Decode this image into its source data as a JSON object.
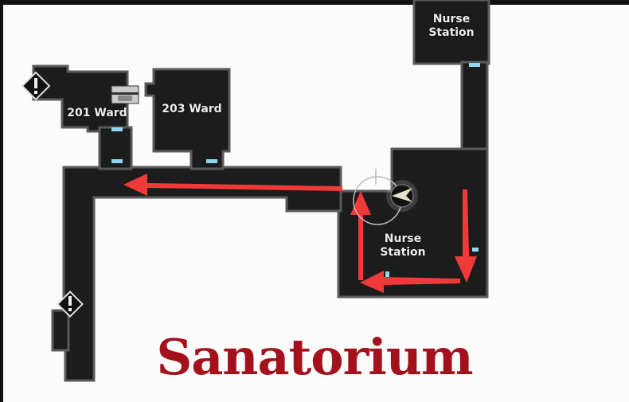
{
  "map": {
    "title": "Sanatorium",
    "rooms": [
      {
        "id": "nurse-station-top",
        "label_line1": "Nurse",
        "label_line2": "Station"
      },
      {
        "id": "ward-201",
        "label": "201 Ward"
      },
      {
        "id": "ward-203",
        "label": "203 Ward"
      },
      {
        "id": "nurse-station-main",
        "label_line1": "Nurse",
        "label_line2": "Station"
      }
    ],
    "icons": [
      "warning-icon",
      "warning-icon",
      "chest-icon",
      "player-marker-icon"
    ],
    "colors": {
      "floor": "#1c1c1c",
      "wall": "#555555",
      "arrow": "#f03a3a",
      "door": "#8fd8f0",
      "title": "#a3121c"
    }
  }
}
